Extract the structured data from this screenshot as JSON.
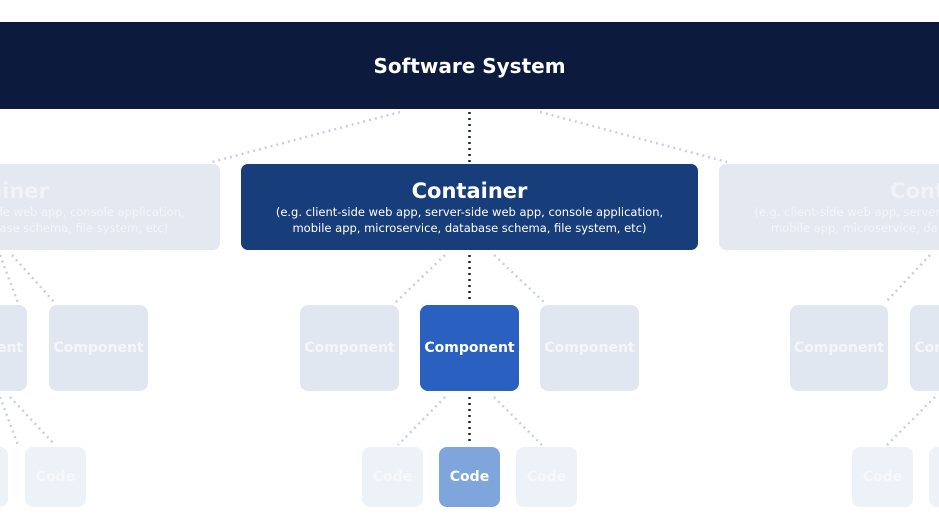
{
  "system": {
    "title": "Software System"
  },
  "containers": [
    {
      "title": "Container",
      "desc_line1": "(e.g. client-side web app, server-side web app, console application,",
      "desc_line2": "mobile app, microservice, database schema, file system, etc)"
    },
    {
      "title": "Container",
      "desc_line1": "(e.g. client-side web app, server-side web app, console application,",
      "desc_line2": "mobile app, microservice, database schema, file system, etc)"
    },
    {
      "title": "Container",
      "desc_line1": "(e.g. client-side web app, server-side web app, console application,",
      "desc_line2": "mobile app, microservice, database schema, file system, etc)"
    }
  ],
  "component_label": "Component",
  "code_label": "Code",
  "colors": {
    "system": "#0b1a3d",
    "container_active": "#173e7a",
    "component_active": "#2a60bf",
    "code_active": "#7fa5dd",
    "faded": "#e3e8f1",
    "connector": "#c9d0dc",
    "connector_active": "#1b2330"
  }
}
